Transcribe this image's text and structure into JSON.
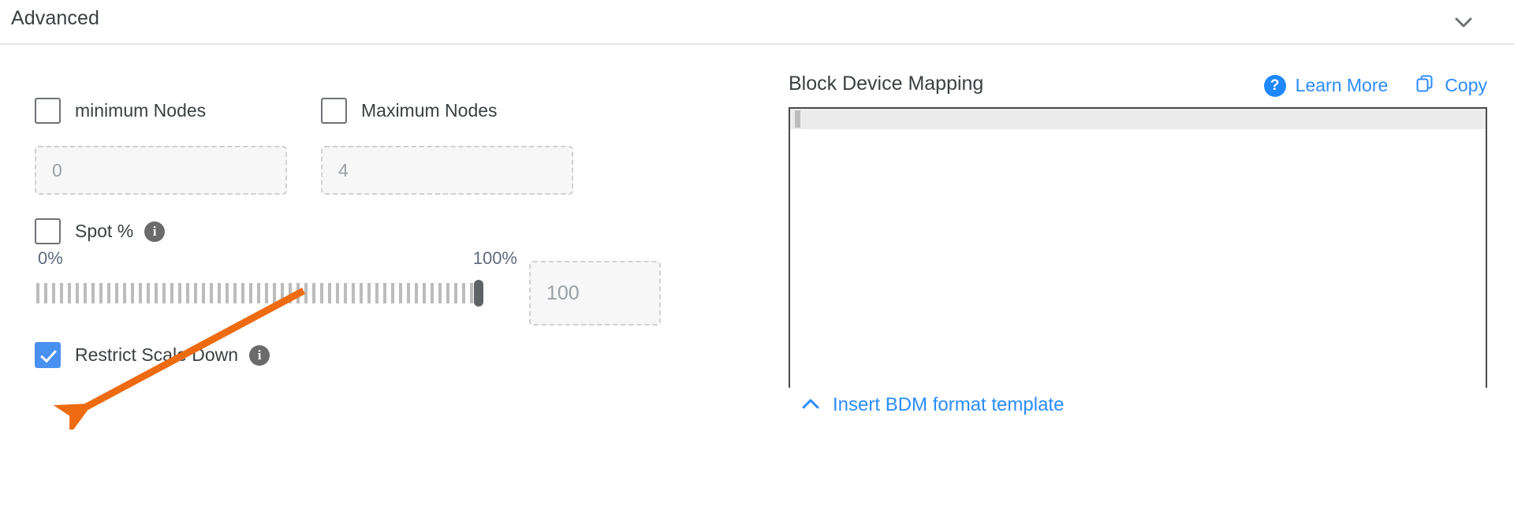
{
  "section": {
    "title": "Advanced",
    "collapse_icon": "chevron-down-icon"
  },
  "left_panel": {
    "min_nodes": {
      "label": "minimum Nodes",
      "checked": false,
      "input_value": "0",
      "input_placeholder": "0",
      "disabled": true
    },
    "max_nodes": {
      "label": "Maximum Nodes",
      "checked": false,
      "input_value": "4",
      "input_placeholder": "4",
      "disabled": true
    },
    "spot_percent": {
      "label": "Spot %",
      "checked": false,
      "info_icon": "info-icon",
      "info_glyph": "i"
    },
    "slider": {
      "min_label": "0%",
      "max_label": "100%",
      "value": 100,
      "value_input": "100",
      "value_placeholder": "100",
      "disabled": true
    },
    "restrict_scale_down": {
      "label": "Restrict Scale Down",
      "checked": true,
      "info_icon": "info-icon",
      "info_glyph": "i"
    }
  },
  "right_panel": {
    "title": "Block Device Mapping",
    "help_icon": "help-circle-icon",
    "help_glyph": "?",
    "learn_more_label": "Learn More",
    "copy_icon": "copy-icon",
    "copy_label": "Copy",
    "editor_content": "",
    "insert_template": {
      "icon": "chevron-up-icon",
      "label": "Insert BDM format template"
    }
  },
  "annotation": {
    "type": "arrow",
    "color": "#ee6b12",
    "points_to": "restrict-scale-down-checkbox"
  },
  "colors": {
    "accent_blue": "#2b8cff",
    "checkbox_checked": "#4a90f0",
    "text_primary": "#3c4043",
    "annotation_orange": "#ee6b12",
    "divider": "#e3e5e8"
  }
}
